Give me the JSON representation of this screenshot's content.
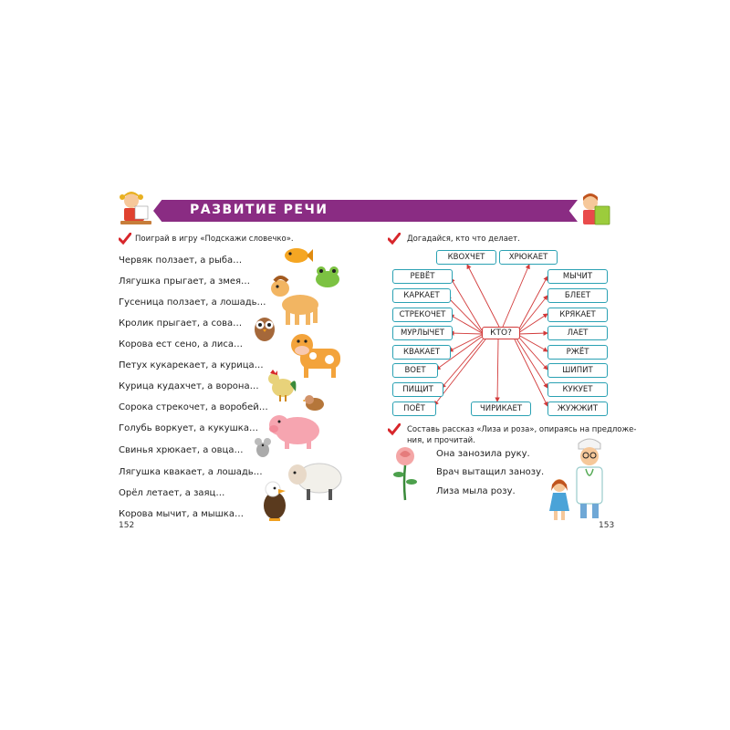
{
  "header": {
    "title": "РАЗВИТИЕ РЕЧИ"
  },
  "left_page": {
    "task": "Поиграй в игру «Подскажи словечко».",
    "sentences": [
      "Червяк ползает, а рыба…",
      "Лягушка прыгает, а змея…",
      "Гусеница ползает, а лошадь…",
      "Кролик прыгает, а сова…",
      "Корова ест сено, а лиса…",
      "Петух кукарекает, а курица…",
      "Курица кудахчет, а ворона…",
      "Сорока стрекочет, а воробей…",
      "Голубь воркует, а кукушка…",
      "Свинья хрюкает, а овца…",
      "Лягушка квакает, а лошадь…",
      "Орёл летает, а заяц…",
      "Корова мычит, а мышка…"
    ],
    "page_number": "152"
  },
  "right_page": {
    "task1": "Догадайся, кто что делает.",
    "center_word": "КТО?",
    "top_words": [
      "КВОХЧЕТ",
      "ХРЮКАЕТ"
    ],
    "left_words": [
      "РЕВЁТ",
      "КАРКАЕТ",
      "СТРЕКОЧЕТ",
      "МУРЛЫЧЕТ",
      "КВАКАЕТ",
      "ВОЕТ",
      "ПИЩИТ",
      "ПОЁТ"
    ],
    "right_words": [
      "МЫЧИТ",
      "БЛЕЕТ",
      "КРЯКАЕТ",
      "ЛАЕТ",
      "РЖЁТ",
      "ШИПИТ",
      "КУКУЕТ",
      "ЖУЖЖИТ"
    ],
    "bottom_word": "ЧИРИКАЕТ",
    "task2_line1": "Составь рассказ «Лиза и роза», опираясь на предложе-",
    "task2_line2": "ния, и прочитай.",
    "story": [
      "Она занозила руку.",
      "Врач вытащил занозу.",
      "Лиза мыла розу."
    ],
    "page_number": "153"
  },
  "colors": {
    "banner": "#8a2c83",
    "check": "#d7262b",
    "word_border": "#2aa1b3",
    "arrow": "#d23a3a"
  }
}
